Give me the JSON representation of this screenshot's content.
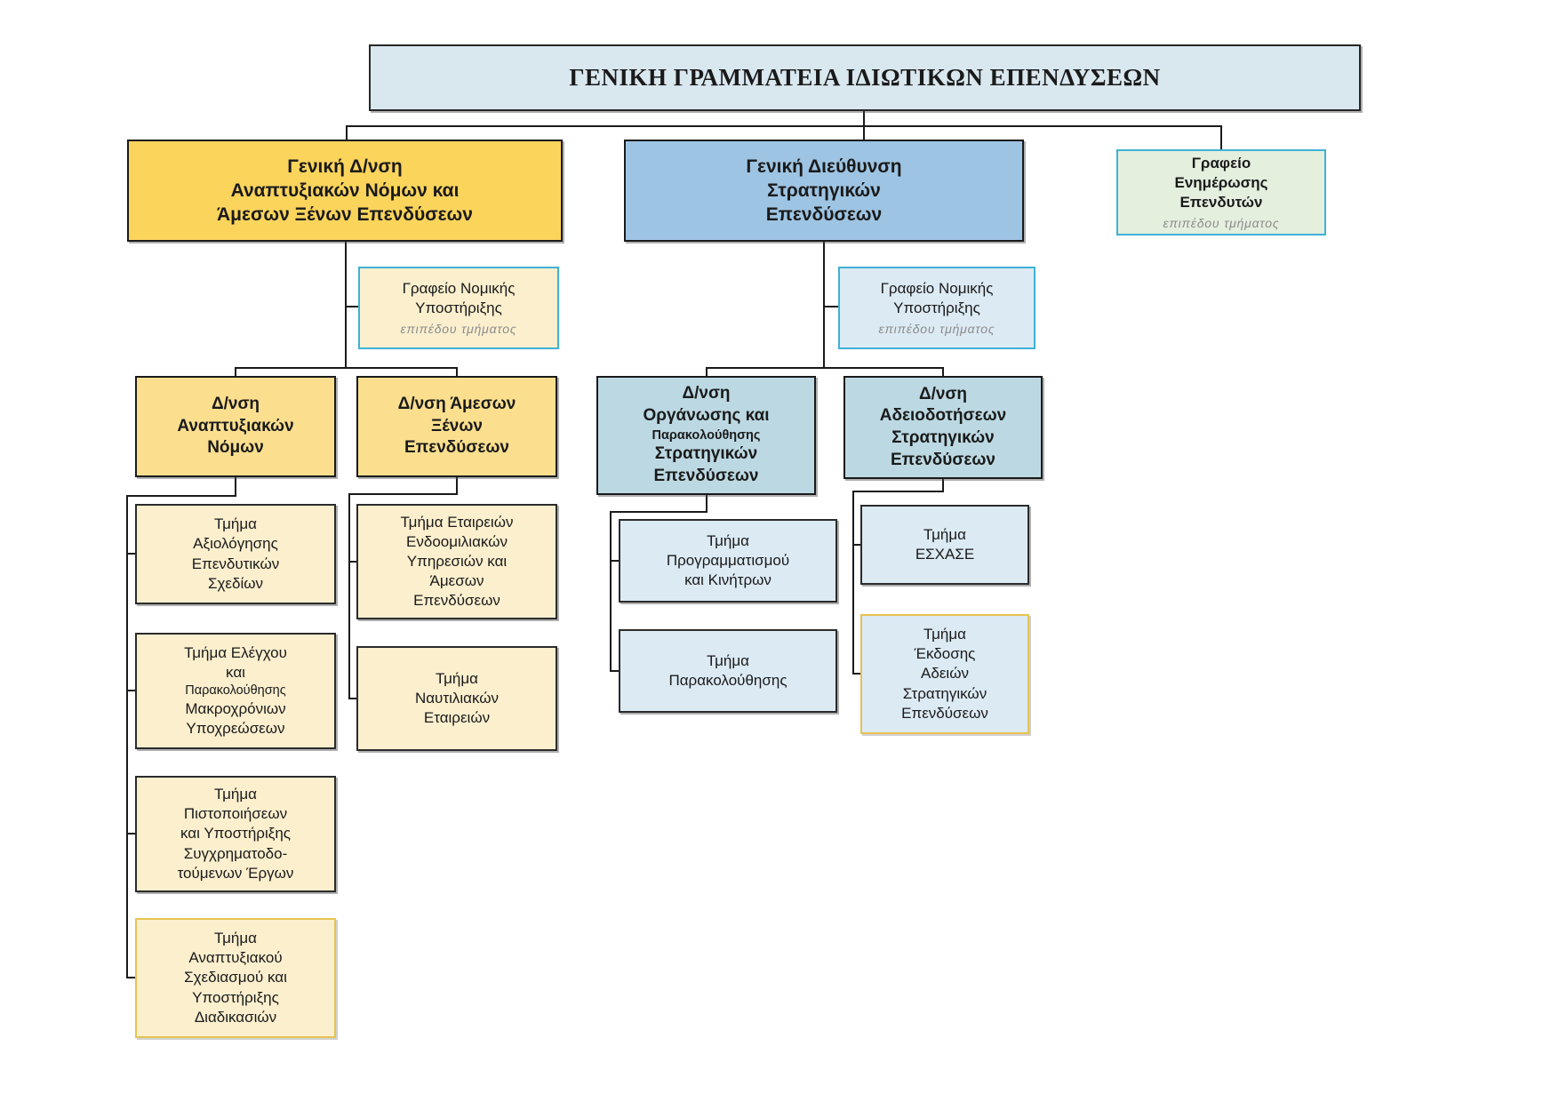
{
  "palette": {
    "root_fill": "#D9E7EF",
    "gold_fill": "#FBD45C",
    "gold_light_fill": "#FBDF8F",
    "cream_fill": "#FBEFCE",
    "blue_fill": "#9EC4E3",
    "teal_fill": "#BCD9E3",
    "lightblue_fill": "#DCEAF4",
    "green_fill": "#E4EFDE",
    "cyan_border": "#3FB1D6",
    "gold_border": "#E6C452",
    "dark_border": "#1a1a1a"
  },
  "boxes": {
    "root": {
      "label": "ΓΕΝΙΚΗ ΓΡΑΜΜΑΤΕΙΑ ΙΔΙΩΤΙΚΩΝ ΕΠΕΝΔΥΣΕΩΝ"
    },
    "gd_development": {
      "label": "Γενική Δ/νση\nΑναπτυξιακών Νόμων και\nΆμεσων Ξένων Επενδύσεων"
    },
    "gd_strategic": {
      "label": "Γενική Διεύθυνση\nΣτρατηγικών\nΕπενδύσεων"
    },
    "investor_info_office": {
      "label": "Γραφείο\nΕνημέρωσης\nΕπενδυτών",
      "note": "επιπέδου τμήματος"
    },
    "legal_office_left": {
      "label": "Γραφείο Νομικής\nΥποστήριξης",
      "note": "επιπέδου τμήματος"
    },
    "legal_office_right": {
      "label": "Γραφείο Νομικής\nΥποστήριξης",
      "note": "επιπέδου τμήματος"
    },
    "dir_dev_laws": {
      "label": "Δ/νση\nΑναπτυξιακών\nΝόμων"
    },
    "dir_fdi": {
      "label": "Δ/νση Άμεσων\nΞένων\nΕπενδύσεων"
    },
    "dir_org_monitor": {
      "line1": "Δ/νση\nΟργάνωσης και",
      "small": "Παρακολούθησης",
      "line2": "Στρατηγικών\nΕπενδύσεων"
    },
    "dir_licensing": {
      "label": "Δ/νση\nΑδειοδοτήσεων\nΣτρατηγικών\nΕπενδύσεων"
    },
    "t_evaluation": {
      "label": "Τμήμα\nΑξιολόγησης\nΕπενδυτικών\nΣχεδίων"
    },
    "t_control": {
      "line1": "Τμήμα Ελέγχου\nκαι",
      "small": "Παρακολούθησης",
      "line2": "Μακροχρόνιων\nΥποχρεώσεων"
    },
    "t_certifications": {
      "label": "Τμήμα\nΠιστοποιήσεων\nκαι Υποστήριξης\nΣυγχρηματοδο-\nτούμενων Έργων"
    },
    "t_dev_planning": {
      "label": "Τμήμα\nΑναπτυξιακού\nΣχεδιασμού και\nΥποστήριξης\nΔιαδικασιών"
    },
    "t_intragroup": {
      "label": "Τμήμα Εταιρειών\nΕνδοομιλιακών\nΥπηρεσιών και\nΆμεσων\nΕπενδύσεων"
    },
    "t_shipping": {
      "label": "Τμήμα\nΝαυτιλιακών\nΕταιρειών"
    },
    "t_planning_incentives": {
      "label": "Τμήμα\nΠρογραμματισμού\nκαι Κινήτρων"
    },
    "t_monitoring": {
      "label": "Τμήμα\nΠαρακολούθησης"
    },
    "t_eschase": {
      "label": "Τμήμα\nΕΣΧΑΣΕ"
    },
    "t_permits": {
      "label": "Τμήμα\nΈκδοσης\nΑδειών\nΣτρατηγικών\nΕπενδύσεων"
    }
  }
}
